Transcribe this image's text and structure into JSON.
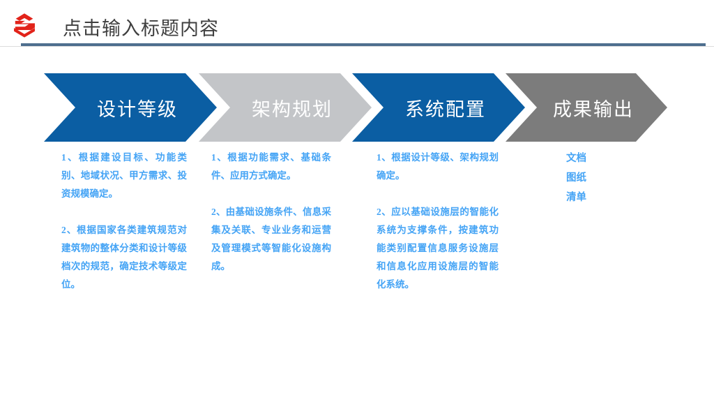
{
  "header": {
    "title": "点击输入标题内容",
    "logo_name": "company-hex-s-logo",
    "rule_color": "#4e6e8e",
    "title_color": "#3f3f3f"
  },
  "colors": {
    "blue": "#0b5ea3",
    "light_gray": "#c3c5c8",
    "dark_gray": "#7c7c7c",
    "body_text": "#45a4f5",
    "logo_red": "#e2231a"
  },
  "stages": [
    {
      "label": "设计等级",
      "color": "#0b5ea3"
    },
    {
      "label": "架构规划",
      "color": "#c3c5c8"
    },
    {
      "label": "系统配置",
      "color": "#0b5ea3"
    },
    {
      "label": "成果输出",
      "color": "#7c7c7c"
    }
  ],
  "columns": [
    {
      "paragraphs": [
        "1、根据建设目标、功能类别、地域状况、甲方需求、投资规模确定。",
        "2、根据国家各类建筑规范对建筑物的整体分类和设计等级档次的规范，确定技术等级定位。"
      ]
    },
    {
      "paragraphs": [
        "1、根据功能需求、基础条件、应用方式确定。",
        "2、由基础设施条件、信息采集及关联、专业业务和运营及管理模式等智能化设施构成。"
      ]
    },
    {
      "paragraphs": [
        "1、根据设计等级、架构规划确定。",
        "2、应以基础设施层的智能化系统为支撑条件，按建筑功能类别配置信息服务设施层和信息化应用设施层的智能化系统。"
      ]
    },
    {
      "lines": [
        "文档",
        "图纸",
        "清单"
      ]
    }
  ]
}
